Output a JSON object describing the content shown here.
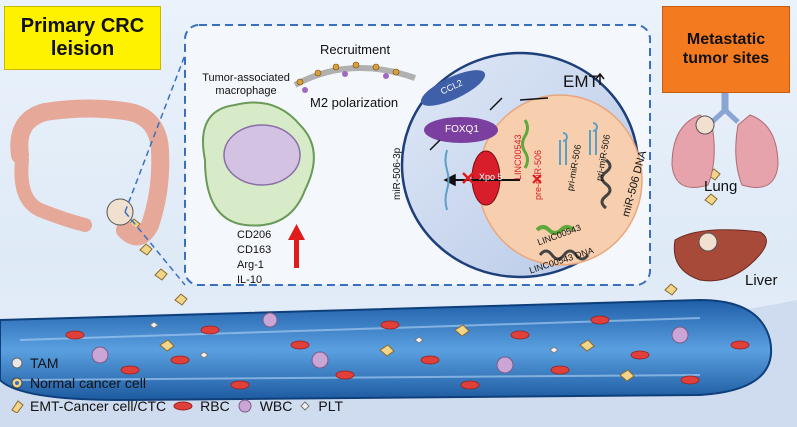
{
  "boxes": {
    "primary_title": "Primary CRC leision",
    "metastatic_title": "Metastatic tumor sites"
  },
  "macrophage": {
    "label": "Tumor-associated macrophage",
    "recruitment": "Recruitment",
    "polarization": "M2 polarization",
    "markers": [
      "CD206",
      "CD163",
      "Arg-1",
      "IL-10"
    ]
  },
  "cell": {
    "emt": "EMT",
    "ccl2": "CCL2",
    "foxq1": "FOXQ1",
    "mir506_3p": "miR-506-3p",
    "xpo5": "Xpo 5",
    "linc_upper": "LINC00543",
    "pre_mir506": "pre-miR-506",
    "pri_mir506_a": "pri-miR-506",
    "pri_mir506_b": "pri-miR-506",
    "linc_lower": "LINC00543",
    "linc_dna": "LINC00543 DNA",
    "mir_dna": "miR-506 DNA"
  },
  "organs": {
    "lung": "Lung",
    "liver": "Liver"
  },
  "legend": {
    "tam": "TAM",
    "normal_cancer": "Normal cancer cell",
    "emt_cancer": "EMT-Cancer cell/CTC",
    "rbc": "RBC",
    "wbc": "WBC",
    "plt": "PLT"
  },
  "colors": {
    "primary_box": "#fff200",
    "metastatic_box": "#f47a20",
    "vessel": "#3a7fc9",
    "rbc": "#e0403a",
    "wbc": "#c9a6d6",
    "nucleus": "#f7cfae",
    "foxq1": "#7b3fa0",
    "ccl2": "#3f5fa8",
    "xpo5": "#d81e2a",
    "arrow_red": "#e01b1b"
  }
}
